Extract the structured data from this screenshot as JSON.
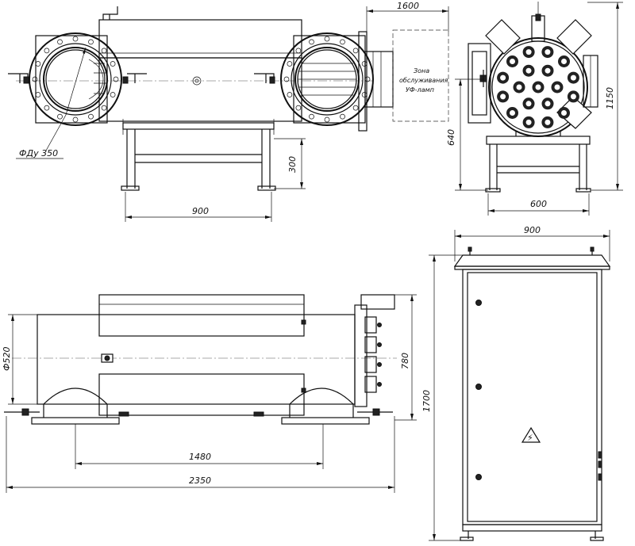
{
  "dimensions": {
    "top_width_1600": "1600",
    "du_350": "ФДу 350",
    "height_300": "300",
    "width_900_top": "900",
    "height_640": "640",
    "height_1150": "1150",
    "width_600": "600",
    "width_900_cabinet": "900",
    "diam_520": "Ф520",
    "height_780": "780",
    "length_1480": "1480",
    "length_2350": "2350",
    "height_1700": "1700"
  },
  "annotations": {
    "service_zone_line1": "Зона",
    "service_zone_line2": "обслуживания",
    "service_zone_line3": "УФ-ламп"
  },
  "icons": {
    "warning": "⚡"
  }
}
